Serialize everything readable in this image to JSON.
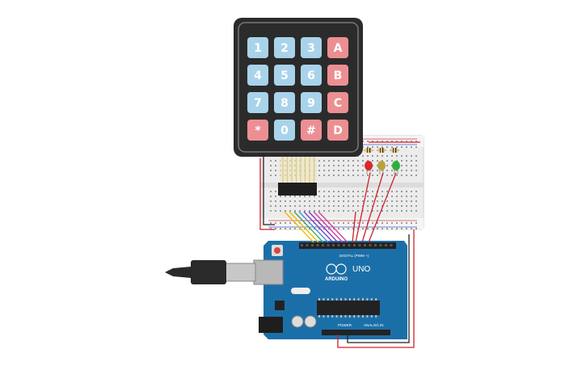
{
  "keypad": {
    "rows": [
      [
        {
          "label": "1",
          "kind": "num"
        },
        {
          "label": "2",
          "kind": "num"
        },
        {
          "label": "3",
          "kind": "num"
        },
        {
          "label": "A",
          "kind": "fn"
        }
      ],
      [
        {
          "label": "4",
          "kind": "num"
        },
        {
          "label": "5",
          "kind": "num"
        },
        {
          "label": "6",
          "kind": "num"
        },
        {
          "label": "B",
          "kind": "fn"
        }
      ],
      [
        {
          "label": "7",
          "kind": "num"
        },
        {
          "label": "8",
          "kind": "num"
        },
        {
          "label": "9",
          "kind": "num"
        },
        {
          "label": "C",
          "kind": "fn"
        }
      ],
      [
        {
          "label": "*",
          "kind": "fn"
        },
        {
          "label": "0",
          "kind": "num"
        },
        {
          "label": "#",
          "kind": "fn"
        },
        {
          "label": "D",
          "kind": "fn"
        }
      ]
    ]
  },
  "leds": [
    {
      "color": "red"
    },
    {
      "color": "yellow"
    },
    {
      "color": "green"
    }
  ],
  "board": {
    "brand_label": "ARDUINO",
    "model_label": "UNO",
    "digital_label": "DIGITAL (PWM ~)",
    "power_label": "POWER",
    "analog_label": "ANALOG IN"
  },
  "colors": {
    "key_num": "#a9d3ea",
    "key_fn": "#ec8f93",
    "keypad_frame": "#2b2b2b",
    "board": "#1b6fa8",
    "breadboard": "#ececec",
    "wire_red": "#d0202a",
    "wire_black": "#222222"
  }
}
